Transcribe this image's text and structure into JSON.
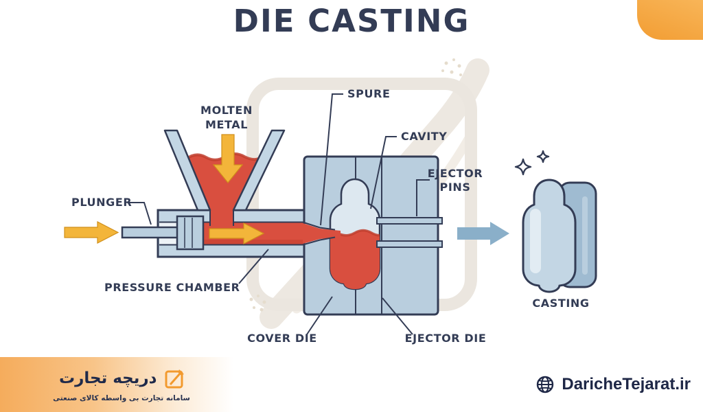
{
  "title": "DIE CASTING",
  "labels": {
    "plunger": "PLUNGER",
    "molten_metal_1": "MOLTEN",
    "molten_metal_2": "METAL",
    "spure": "SPURE",
    "cavity": "CAVITY",
    "ejector_pins_1": "EJECTOR",
    "ejector_pins_2": "PINS",
    "pressure_chamber": "PRESSURE CHAMBER",
    "cover_die": "COVER DIE",
    "ejector_die": "EJECTOR DIE",
    "casting": "CASTING"
  },
  "icons": {
    "molten_metal_arrow": "arrow-down",
    "plunger_arrow": "arrow-right",
    "pressure_arrow": "arrow-right",
    "ejection_arrow": "arrow-right",
    "sparkles": "sparkle-stars",
    "globe": "globe-icon",
    "brand_logo": "pen-square-logo"
  },
  "colors": {
    "navy": "#333c55",
    "molten_red": "#d94f3f",
    "metal_blue": "#b9cede",
    "arrow_yellow": "#f3b53a",
    "arrow_blue": "#8aafc9",
    "brand_orange": "#f29a2e"
  },
  "footer": {
    "brand": "دریچه تجارت",
    "tagline": "سامانه تجارت بی واسطه کالای صنعتی",
    "website": "DaricheTejarat.ir"
  }
}
